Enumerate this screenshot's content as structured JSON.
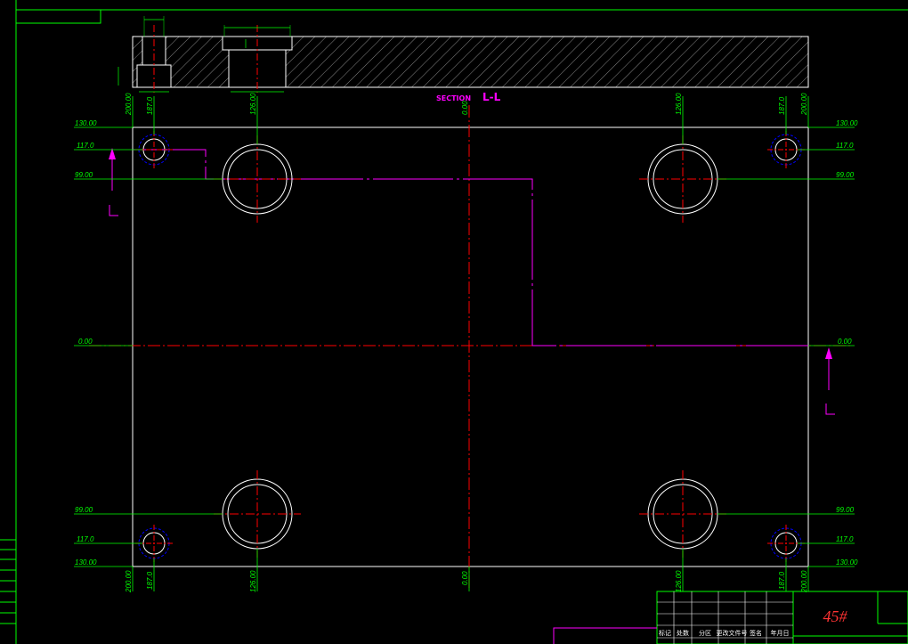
{
  "drawing": {
    "section_prefix": "SECTION",
    "section_letters": "L-L",
    "section_markers": [
      "L",
      "L"
    ],
    "material": "45#",
    "colors": {
      "background": "#000000",
      "outline": "#ffffff",
      "center": "#ff0000",
      "dimension": "#00ff00",
      "section": "#ff00ff",
      "hidden": "#0000ff",
      "cyan": "#00ffff"
    }
  },
  "dimensions": {
    "left_y": [
      "130.00",
      "117.0",
      "99.00",
      "0.00",
      "99.00",
      "117.0",
      "130.00"
    ],
    "right_y": [
      "130.00",
      "117.0",
      "99.00",
      "0.00",
      "99.00",
      "117.0",
      "130.00"
    ],
    "top_x": [
      "200.00",
      "187.0",
      "126.00",
      "0.00",
      "126.00",
      "187.0",
      "200.00"
    ],
    "bottom_x": [
      "200.00",
      "187.0",
      "126.00",
      "0.00",
      "126.00",
      "187.0",
      "200.00"
    ],
    "section_small": [
      "",
      "",
      "",
      "",
      ""
    ]
  },
  "title_block": {
    "row_labels": [
      "标记",
      "处数",
      "分区",
      "更改文件号",
      "签名",
      "年月日"
    ]
  }
}
